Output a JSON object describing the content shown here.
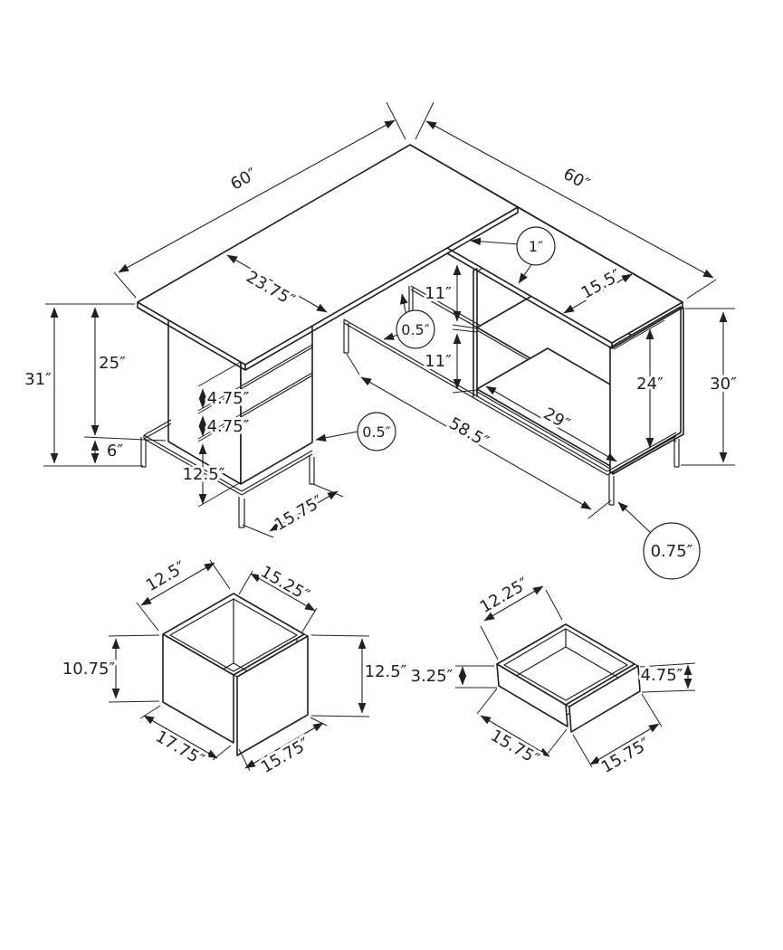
{
  "main": {
    "left_length": "60″",
    "right_length": "60″",
    "left_depth": "23.75″",
    "top_thickness": "1″",
    "shelf_gap_top": "11″",
    "shelf_gap_bottom": "11″",
    "right_depth": "15.5″",
    "shelf_thickness": "0.5″",
    "drawer_front_thickness": "0.5″",
    "overall_height": "31″",
    "desk_to_cabinet_bottom": "25″",
    "floor_clearance": "6″",
    "drawer_small_1": "4.75″",
    "drawer_small_2": "4.75″",
    "drawer_large": "12.5″",
    "cabinet_width": "15.75″",
    "frame_span": "58.5″",
    "shelf_length": "29″",
    "unit_inner_height": "24″",
    "unit_height": "30″",
    "leg_thickness": "0.75″"
  },
  "drawer_box": {
    "top_left": "12.5″",
    "top_right": "15.25″",
    "side_height": "10.75″",
    "front_height": "12.5″",
    "bottom_left": "17.75″",
    "bottom_right": "15.75″"
  },
  "drawer_tray": {
    "top_left": "12.25″",
    "side_height": "3.25″",
    "front_height": "4.75″",
    "bottom_left": "15.75″",
    "bottom_right": "15.75″"
  }
}
